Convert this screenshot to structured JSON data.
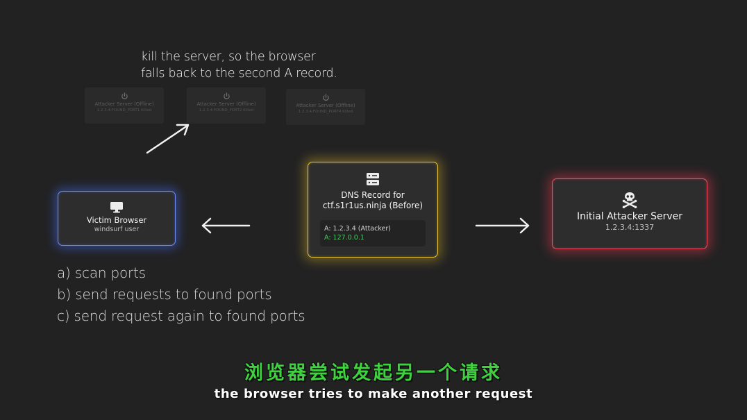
{
  "annotation": {
    "line1": "kill the server, so the browser",
    "line2": "falls back to the second A record."
  },
  "offline_servers": [
    {
      "title": "Attacker Server (Offline)",
      "detail": "1.2.3.4:FOUND_PORT1 Killed"
    },
    {
      "title": "Attacker Server (Offline)",
      "detail": "1.2.3.4:FOUND_PORT2 Killed"
    },
    {
      "title": "Attacker Server (Offline)",
      "detail": "1.2.3.4:FOUND_PORT4 Killed"
    }
  ],
  "victim": {
    "title": "Victim Browser",
    "subtitle": "windsurf user",
    "icon": "monitor-icon",
    "glow_color": "#5b7cf5"
  },
  "dns": {
    "title_line1": "DNS Record for",
    "title_line2": "ctf.s1r1us.ninja (Before)",
    "icon": "server-icon",
    "glow_color": "#e6c42f",
    "record_a": "A: 1.2.3.4 (Attacker)",
    "record_b": "A: 127.0.0.1",
    "record_b_color": "#4fc763"
  },
  "attacker": {
    "title": "Initial Attacker Server",
    "address": "1.2.3.4:1337",
    "icon": "skull-crossbones-icon",
    "glow_color": "#f04a5a"
  },
  "steps": [
    "a) scan ports",
    "b) send requests to found ports",
    "c) send request again to found ports"
  ],
  "subtitles": {
    "chinese": "浏览器尝试发起另一个请求",
    "english": "the browser tries to make another request"
  }
}
